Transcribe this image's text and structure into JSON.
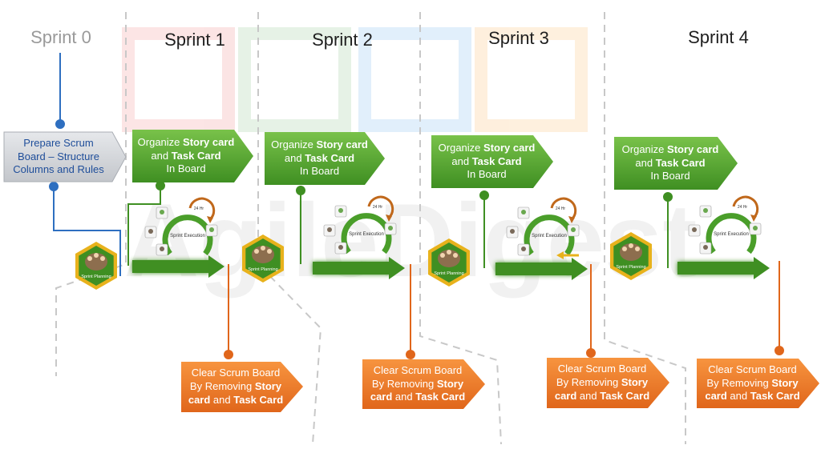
{
  "sprints": [
    {
      "title": "Sprint 0"
    },
    {
      "title": "Sprint 1"
    },
    {
      "title": "Sprint 2"
    },
    {
      "title": "Sprint 3"
    },
    {
      "title": "Sprint 4"
    }
  ],
  "prepare_box": {
    "line1": "Prepare Scrum",
    "line2": "Board – Structure",
    "line3": "Columns and Rules"
  },
  "organize_box": {
    "part1": "Organize ",
    "bold1": "Story card",
    "part2": "and ",
    "bold2": "Task Card",
    "line3": "In Board"
  },
  "clear_box": {
    "line1": "Clear Scrum Board",
    "part2": "By Removing ",
    "bold2": "Story",
    "bold3": "card",
    "part3": " and ",
    "bold4": "Task Card"
  },
  "sprint_planning_label": "Sprint Planning",
  "sprint_execution_label": "Sprint Execution",
  "hours_label": "24 Hr",
  "watermark": "AgileDigest",
  "colors": {
    "green": "#5aa632",
    "orange": "#f07a28",
    "blue": "#2e6fc0",
    "gray_box": "#d6d8dc",
    "hex_gold": "#e8b21c"
  }
}
